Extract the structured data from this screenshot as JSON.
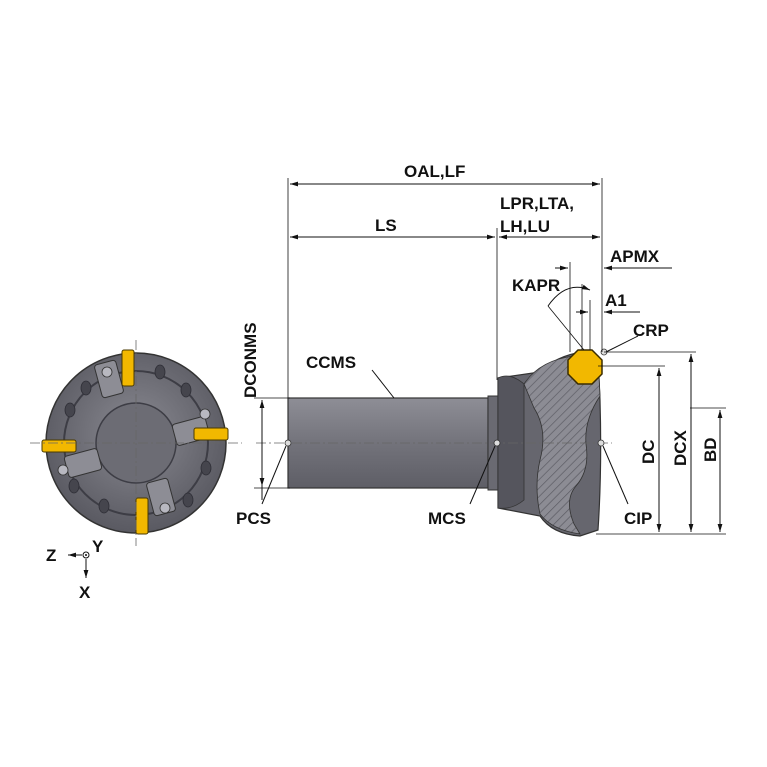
{
  "labels": {
    "oal_lf": "OAL,LF",
    "ls": "LS",
    "lpr_lta": "LPR,LTA,",
    "lh_lu": "LH,LU",
    "apmx": "APMX",
    "kapr": "KAPR",
    "a1": "A1",
    "crp": "CRP",
    "dconms": "DCONMS",
    "ccms": "CCMS",
    "dc": "DC",
    "dcx": "DCX",
    "bd": "BD",
    "pcs": "PCS",
    "mcs": "MCS",
    "cip": "CIP"
  },
  "axes": {
    "z": "Z",
    "y": "Y",
    "x": "X"
  },
  "colors": {
    "body": "#6e6e76",
    "body_dark": "#505058",
    "shank": "#7a7a82",
    "insert": "#f2b800",
    "hatch": "#9a9aa2",
    "line": "#111111"
  }
}
